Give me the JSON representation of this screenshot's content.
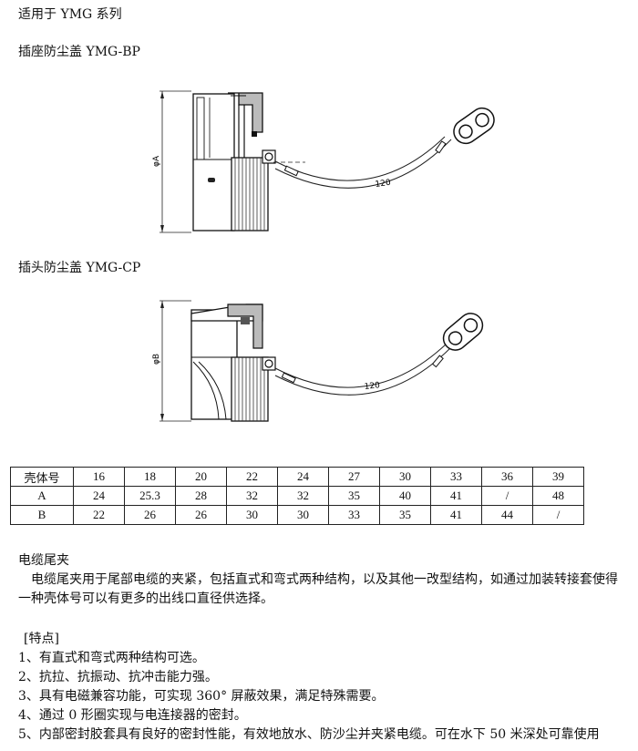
{
  "title": "适用于 YMG 系列",
  "bp": {
    "label": "插座防尘盖 YMG-BP",
    "dim_label": "φA",
    "length_label": "120"
  },
  "cp": {
    "label": "插头防尘盖 YMG-CP",
    "dim_label": "φB",
    "length_label": "120"
  },
  "spec_table": {
    "header": [
      "壳体号",
      "16",
      "18",
      "20",
      "22",
      "24",
      "27",
      "30",
      "33",
      "36",
      "39"
    ],
    "rows": [
      [
        "A",
        "24",
        "25.3",
        "28",
        "32",
        "32",
        "35",
        "40",
        "41",
        "/",
        "48"
      ],
      [
        "B",
        "22",
        "26",
        "26",
        "30",
        "30",
        "33",
        "35",
        "41",
        "44",
        "/"
      ]
    ]
  },
  "section_title": "电缆尾夹",
  "section_body": "电缆尾夹用于尾部电缆的夹紧，包括直式和弯式两种结构，以及其他一改型结构，如通过加装转接套使得一种壳体号可以有更多的出线口直径供选择。",
  "features_heading": "[特点]",
  "features": [
    "1、有直式和弯式两种结构可选。",
    "2、抗拉、抗振动、抗冲击能力强。",
    "3、具有电磁兼容功能，可实现 360° 屏蔽效果，满足特殊需要。",
    "4、通过 0 形圈实现与电连接器的密封。",
    "5、内部密封胶套具有良好的密封性能，有效地放水、防沙尘并夹紧电缆。可在水下 50 米深处可靠使用"
  ]
}
